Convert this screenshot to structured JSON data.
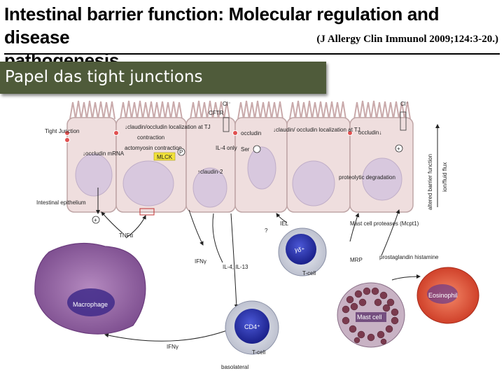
{
  "slide": {
    "title_line1": "Intestinal barrier function: Molecular regulation and disease",
    "title_line2": "pathogenesis",
    "citation": "(J Allergy Clin Immunol 2009;124:3-20.)",
    "banner": "Papel das tight junctions"
  },
  "figure": {
    "tight_junction": "Tight Junction",
    "intestinal_epithelium": "Intestinal epithelium",
    "basolateral": "basolateral",
    "altered_barrier": "altered barrier function",
    "ion_flux": "ion/fluid flux",
    "cell1_occludin": "↓occludin mRNA",
    "cell2_localization": "↓claudin/occludin localization at TJ",
    "cell2_contraction": "contraction",
    "cell2_actomyosin": "actomyosin contraction",
    "mlck": "MLCK",
    "cftr": "CFTR",
    "il4_only": "IL-4 only",
    "claudin2": "↑claudin-2",
    "occludin_left": "occludin",
    "ser": "Ser",
    "claudin_loc": "↓claudin/ occludin localization at TJ",
    "occludin_right": "occludin↓",
    "proteolytic": "proteolytic degradation",
    "cl_left": "Cl⁻",
    "cl_right": "Cl⁻",
    "tnf": "TNFα",
    "ifng_mid": "IFNγ",
    "ifng_bottom": "IFNγ",
    "il4_il13": "IL-4, IL-13",
    "iel": "IEL",
    "question": "?",
    "mast_proteases": "Mast cell proteases (Mcpt1)",
    "mrp": "MRP",
    "prostaglandin": "prostaglandin histamine",
    "macrophage": "Macrophage",
    "gd": "γδ⁺",
    "tcell1": "T-cell",
    "cd4": "CD4⁺",
    "tcell2": "T-cell",
    "mastcell": "Mast cell",
    "eosinophil": "Eosinophil",
    "plus": "+",
    "p": "P"
  },
  "colors": {
    "banner_bg": "#4f5b3a",
    "cell_fill": "#efdede",
    "nucleus": "#d8c8de",
    "macrophage": "#9a6aa8",
    "lymph_nucleus": "#2a34a8",
    "mast": "#8a5060",
    "eosinophil": "#e0503a"
  }
}
